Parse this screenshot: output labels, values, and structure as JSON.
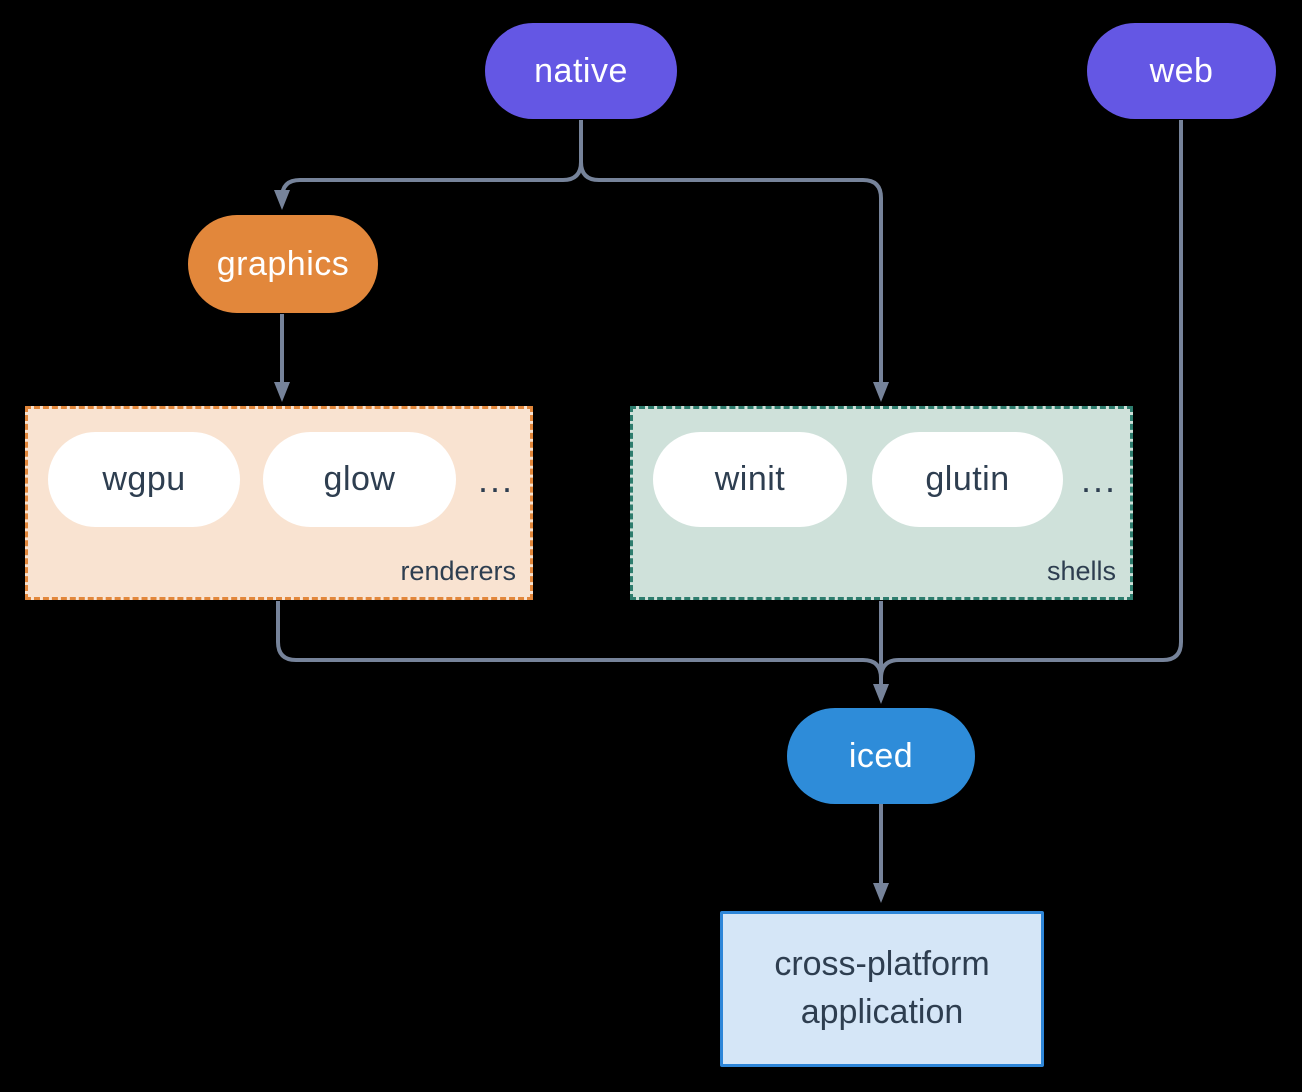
{
  "colors": {
    "background": "#000000",
    "purple": "#6457e4",
    "orange": "#e2873b",
    "blue": "#2e8cd9",
    "line": "#76839a",
    "peach-fill": "#f9e3d1",
    "mint-fill": "#cfe1da",
    "teal-border": "#2e7d6e",
    "app-fill": "#d5e6f7",
    "app-border": "#2e86d8",
    "dark-text": "#2e3e50",
    "white-text": "#ffffff"
  },
  "nodes": {
    "native": {
      "label": "native"
    },
    "web": {
      "label": "web"
    },
    "graphics": {
      "label": "graphics"
    },
    "wgpu": {
      "label": "wgpu"
    },
    "glow": {
      "label": "glow"
    },
    "winit": {
      "label": "winit"
    },
    "glutin": {
      "label": "glutin"
    },
    "iced": {
      "label": "iced"
    },
    "application": {
      "line1": "cross-platform",
      "line2": "application"
    }
  },
  "groups": {
    "renderers": {
      "label": "renderers",
      "more": "..."
    },
    "shells": {
      "label": "shells",
      "more": "..."
    }
  },
  "edges": [
    {
      "from": "native",
      "to": "graphics"
    },
    {
      "from": "native",
      "to": "shells"
    },
    {
      "from": "graphics",
      "to": "renderers"
    },
    {
      "from": "renderers",
      "to": "iced"
    },
    {
      "from": "shells",
      "to": "iced"
    },
    {
      "from": "web",
      "to": "iced"
    },
    {
      "from": "iced",
      "to": "application"
    }
  ]
}
